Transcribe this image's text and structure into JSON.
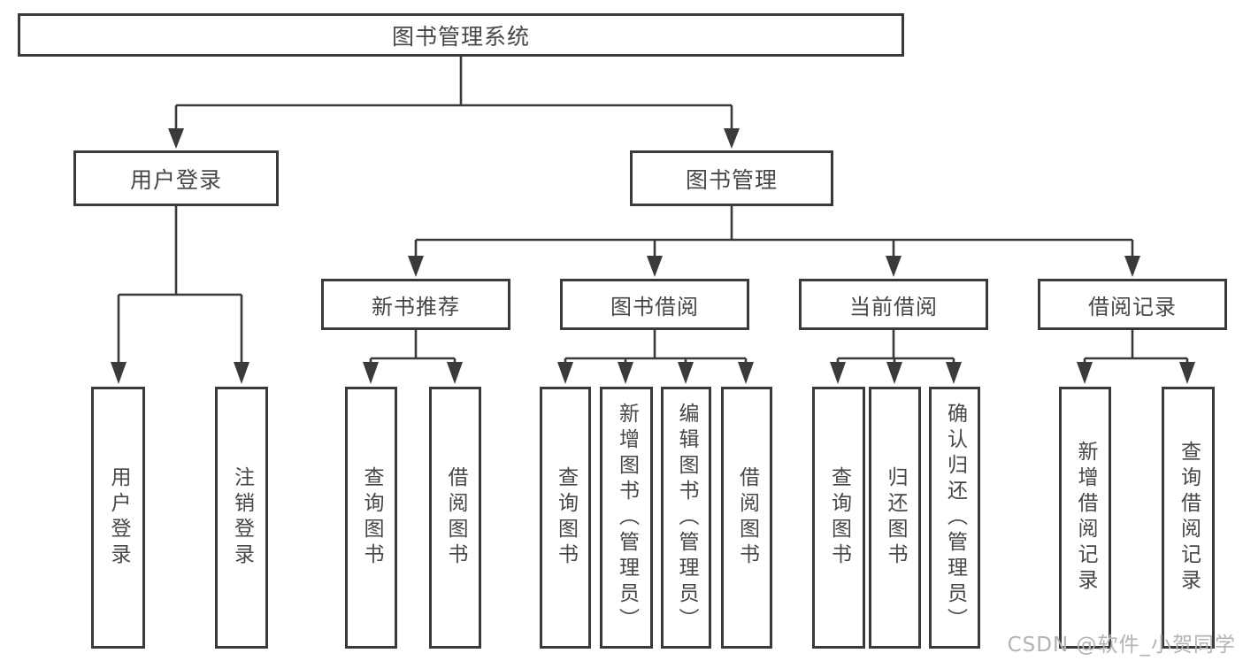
{
  "tree": {
    "root": "图书管理系统",
    "branches": [
      {
        "label": "用户登录",
        "children": [
          {
            "label": "用户登录"
          },
          {
            "label": "注销登录"
          }
        ]
      },
      {
        "label": "图书管理",
        "children": [
          {
            "label": "新书推荐",
            "children": [
              {
                "label": "查询图书"
              },
              {
                "label": "借阅图书"
              }
            ]
          },
          {
            "label": "图书借阅",
            "children": [
              {
                "label": "查询图书"
              },
              {
                "label": "新增图书（管理员）"
              },
              {
                "label": "编辑图书（管理员）"
              },
              {
                "label": "借阅图书"
              }
            ]
          },
          {
            "label": "当前借阅",
            "children": [
              {
                "label": "查询图书"
              },
              {
                "label": "归还图书"
              },
              {
                "label": "确认归还（管理员）"
              }
            ]
          },
          {
            "label": "借阅记录",
            "children": [
              {
                "label": "新增借阅记录"
              },
              {
                "label": "查询借阅记录"
              }
            ]
          }
        ]
      }
    ]
  },
  "watermark": {
    "text": "CSDN @软件_小贺同学"
  },
  "colors": {
    "line": "#3a3a3a",
    "box_border": "#3a3a3a",
    "text": "#474747",
    "background": "#ffffff",
    "watermark": "#b3b3b3"
  }
}
